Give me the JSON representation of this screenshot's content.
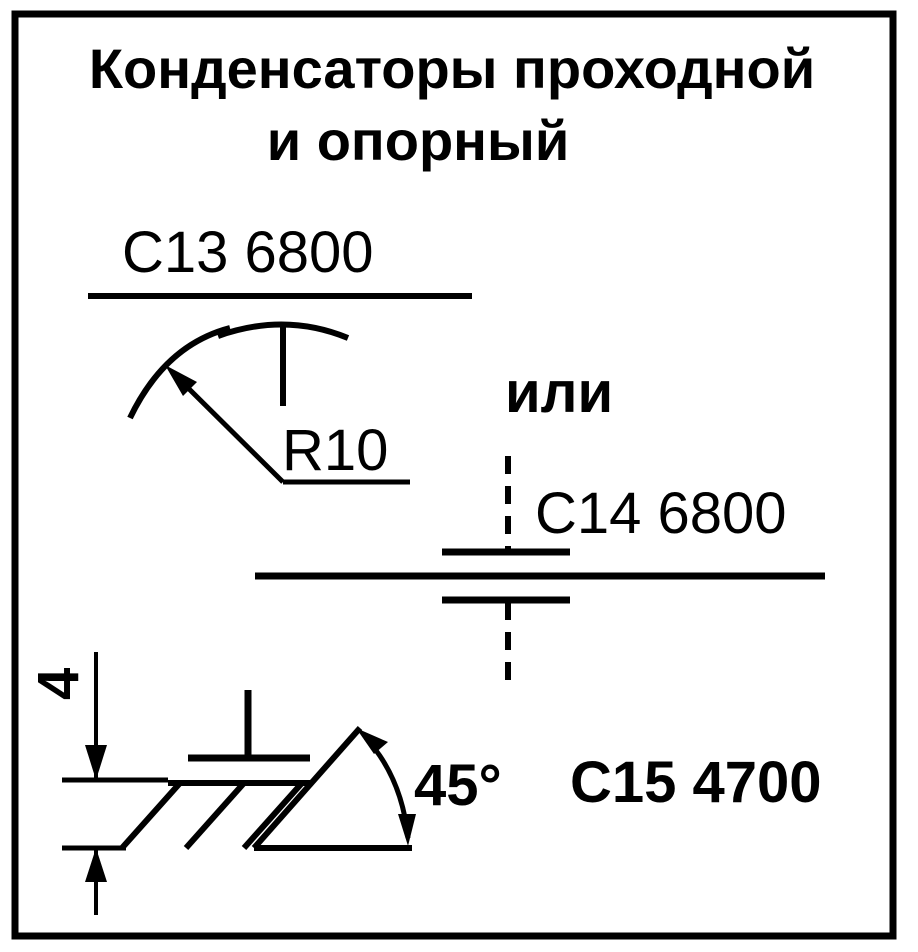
{
  "title": {
    "line1": "Конденсаторы проходной",
    "line2": "и опорный"
  },
  "labels": {
    "c13": "C13 6800",
    "r10": "R10",
    "or": "или",
    "c14": "C14 6800",
    "dim_4": "4",
    "angle": "45°",
    "c15": "C15 4700"
  },
  "colors": {
    "ink": "#000000",
    "background": "#ffffff"
  }
}
